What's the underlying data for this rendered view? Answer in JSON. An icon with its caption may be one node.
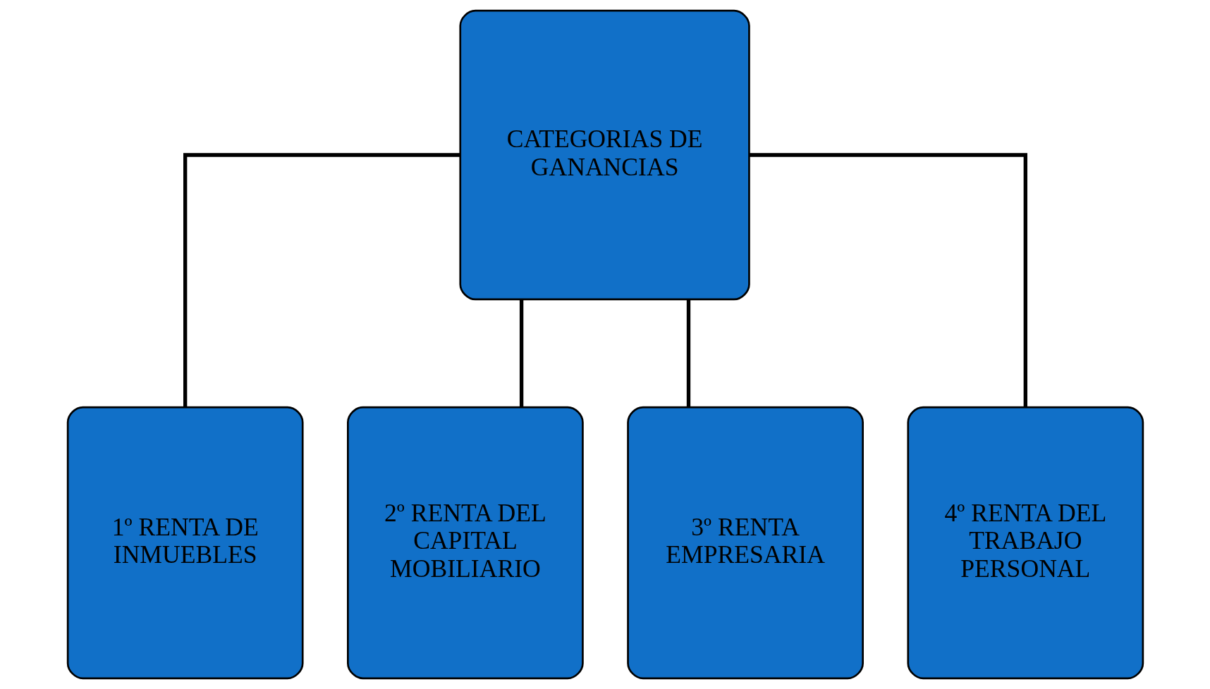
{
  "diagram": {
    "nodes": [
      {
        "text": [
          "CATEGORIAS DE GANANCIAS"
        ]
      },
      {
        "text": [
          "1º RENTA DE INMUEBLES"
        ]
      },
      {
        "text": [
          "2º RENTA DEL CAPITAL MOBILIARIO"
        ]
      },
      {
        "text": [
          "3º RENTA EMPRESARIA"
        ]
      },
      {
        "text": [
          "4º RENTA DEL TRABAJO PERSONAL"
        ]
      }
    ],
    "edges": [
      {
        "from": 0,
        "to": 1,
        "arrow": "none"
      },
      {
        "from": 0,
        "to": 2,
        "arrow": "none"
      },
      {
        "from": 0,
        "to": 3,
        "arrow": "none"
      },
      {
        "from": 0,
        "to": 4,
        "arrow": "none"
      }
    ]
  }
}
